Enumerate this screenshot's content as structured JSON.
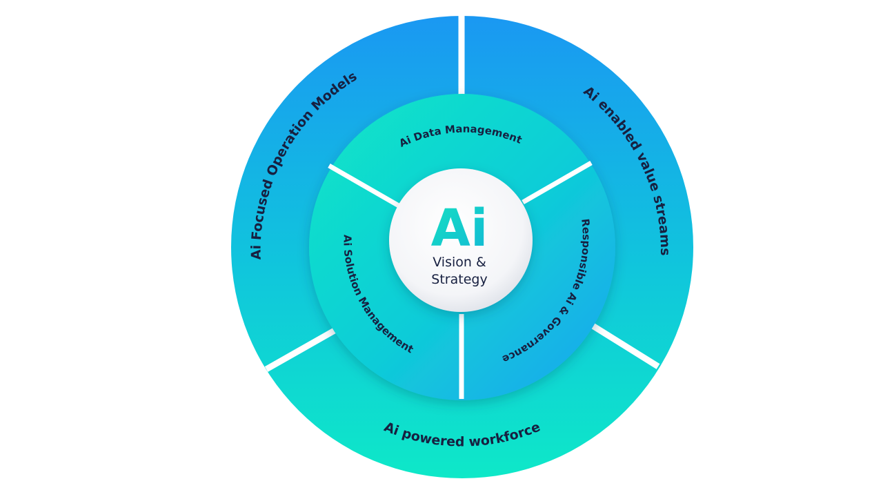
{
  "center": {
    "logo_text": "Ai",
    "line1": "Vision &",
    "line2": "Strategy"
  },
  "inner_ring": {
    "top": "Ai Data Management",
    "left": "Ai Solution Management",
    "right": "Responsible Ai & Governance"
  },
  "outer_ring": {
    "left": "Ai Focused Operation Models",
    "right": "Ai enabled value streams",
    "bottom": "Ai powered workforce"
  },
  "colors": {
    "blue": "#1ba0f0",
    "teal": "#10e0c0",
    "text_dark": "#172040",
    "logo_teal": "#14d2b8"
  }
}
